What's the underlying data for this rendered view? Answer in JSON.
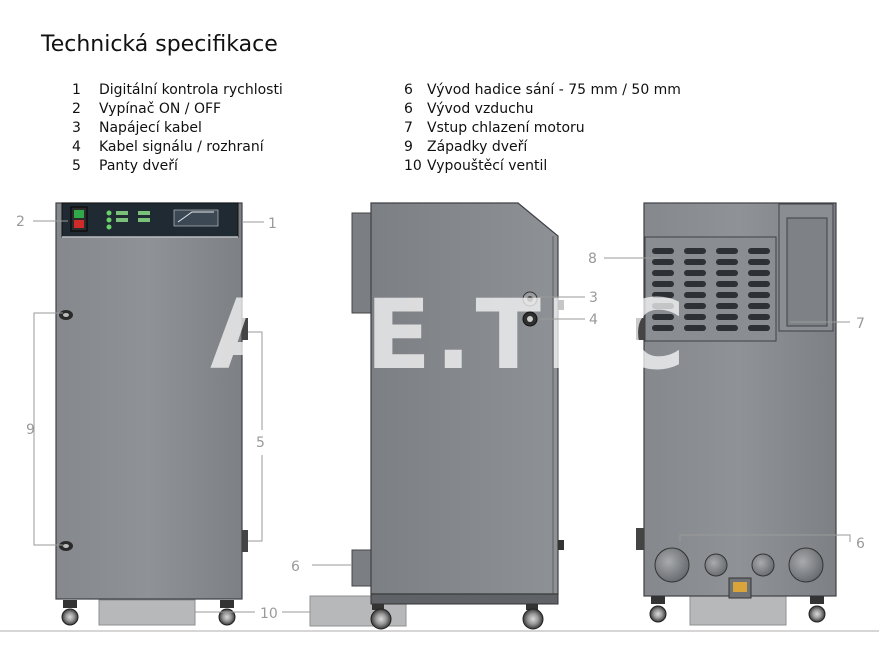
{
  "title": "Technická specifikace",
  "legend_left": [
    {
      "num": "1",
      "text": "Digitální kontrola rychlosti"
    },
    {
      "num": "2",
      "text": "Vypínač ON / OFF"
    },
    {
      "num": "3",
      "text": "Napájecí kabel"
    },
    {
      "num": "4",
      "text": "Kabel signálu / rozhraní"
    },
    {
      "num": "5",
      "text": "Panty dveří"
    }
  ],
  "legend_right": [
    {
      "num": "6",
      "text": "Vývod hadice sání - 75 mm / 50 mm"
    },
    {
      "num": "6",
      "text": "Vývod vzduchu"
    },
    {
      "num": "7",
      "text": "Vstup chlazení motoru"
    },
    {
      "num": "9",
      "text": "Západky dveří"
    },
    {
      "num": "10",
      "text": "Vypouštěcí ventil"
    }
  ],
  "watermark": "ABE.TEC",
  "callouts": {
    "c1": "1",
    "c2": "2",
    "c3": "3",
    "c4": "4",
    "c5": "5",
    "c6_side": "6",
    "c6_back": "6",
    "c7": "7",
    "c8": "8",
    "c9": "9",
    "c10": "10"
  },
  "colors": {
    "cabinet": "#8a8d91",
    "cabinet_dark": "#6f7277",
    "panel": "#1f2a33",
    "callout": "#9a9a9a"
  }
}
